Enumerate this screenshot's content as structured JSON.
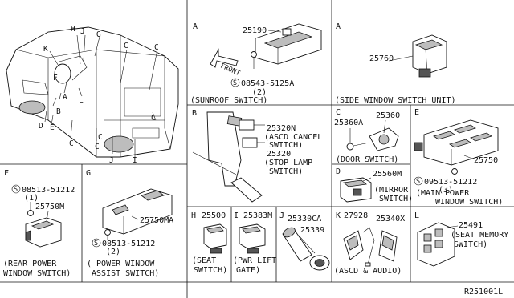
{
  "panels": {
    "car": {
      "callouts": [
        "H",
        "J",
        "G",
        "K",
        "C",
        "C",
        "C",
        "F",
        "A",
        "L",
        "B",
        "E",
        "D",
        "C",
        "C",
        "J",
        "I",
        "C"
      ]
    },
    "a_sunroof": {
      "letter": "A",
      "parts": [
        "25190",
        "08543-5125A",
        "(2)"
      ],
      "front_label": "FRONT",
      "caption": "(SUNROOF SWITCH)"
    },
    "a_side": {
      "letter": "A",
      "parts": [
        "25760"
      ],
      "caption": "(SIDE WINDOW SWITCH UNIT)"
    },
    "b": {
      "letter": "B",
      "parts": [
        "25320N",
        "25320"
      ],
      "captions": [
        "(ASCD CANCEL",
        "SWITCH)",
        "(STOP LAMP",
        "SWITCH)"
      ]
    },
    "c": {
      "letter": "C",
      "parts": [
        "25360A",
        "25360"
      ],
      "caption": "(DOOR SWITCH)"
    },
    "d": {
      "letter": "D",
      "parts": [
        "25560M"
      ],
      "captions": [
        "(MIRROR",
        "SWITCH)"
      ]
    },
    "e": {
      "letter": "E",
      "parts": [
        "25750",
        "09513-51212",
        "(3)"
      ],
      "captions": [
        "(MAIN POWER",
        "WINDOW SWITCH)"
      ]
    },
    "f": {
      "letter": "F",
      "parts": [
        "08513-51212",
        "(1)",
        "25750M"
      ],
      "captions": [
        "(REAR POWER",
        "WINDOW SWITCH)"
      ]
    },
    "g": {
      "letter": "G",
      "parts": [
        "25750MA",
        "08513-51212",
        "(2)"
      ],
      "captions": [
        "( POWER WINDOW",
        "ASSIST SWITCH)"
      ]
    },
    "h": {
      "letter": "H",
      "parts": [
        "25500"
      ],
      "captions": [
        "(SEAT",
        "SWITCH)"
      ]
    },
    "i": {
      "letter": "I",
      "parts": [
        "25383M"
      ],
      "captions": [
        "(PWR LIFT",
        "GATE)"
      ]
    },
    "j": {
      "letter": "J",
      "parts": [
        "25330CA",
        "25339"
      ],
      "captions": []
    },
    "k": {
      "letter": "K",
      "parts": [
        "27928",
        "25340X"
      ],
      "captions": [
        "(ASCD & AUDIO)"
      ]
    },
    "l": {
      "letter": "L",
      "parts": [
        "25491"
      ],
      "captions": [
        "(SEAT MEMORY",
        "SWITCH)"
      ]
    }
  },
  "screw_symbol": "S",
  "diagram_code": "R251001L"
}
